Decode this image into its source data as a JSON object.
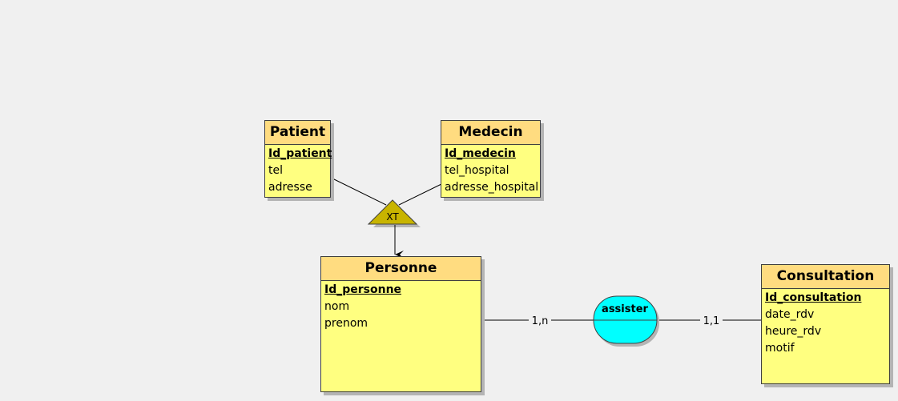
{
  "entities": {
    "patient": {
      "name": "Patient",
      "attributes": [
        {
          "label": "Id_patient",
          "primary_key": true
        },
        {
          "label": "tel",
          "primary_key": false
        },
        {
          "label": "adresse",
          "primary_key": false
        }
      ]
    },
    "medecin": {
      "name": "Medecin",
      "attributes": [
        {
          "label": "Id_medecin",
          "primary_key": true
        },
        {
          "label": "tel_hospital",
          "primary_key": false
        },
        {
          "label": "adresse_hospital",
          "primary_key": false
        }
      ]
    },
    "personne": {
      "name": "Personne",
      "attributes": [
        {
          "label": "Id_personne",
          "primary_key": true
        },
        {
          "label": "nom",
          "primary_key": false
        },
        {
          "label": "prenom",
          "primary_key": false
        }
      ]
    },
    "consultation": {
      "name": "Consultation",
      "attributes": [
        {
          "label": "Id_consultation",
          "primary_key": true
        },
        {
          "label": "date_rdv",
          "primary_key": false
        },
        {
          "label": "heure_rdv",
          "primary_key": false
        },
        {
          "label": "motif",
          "primary_key": false
        }
      ]
    }
  },
  "inheritance": {
    "label": "XT"
  },
  "association": {
    "name": "assister",
    "cardinality_personne": "1,n",
    "cardinality_consultation": "1,1"
  },
  "colors": {
    "entity_header": "#ffdc80",
    "entity_body": "#ffff80",
    "association": "#00ffff",
    "inheritance": "#c8b400",
    "background": "#f0f0f0"
  }
}
